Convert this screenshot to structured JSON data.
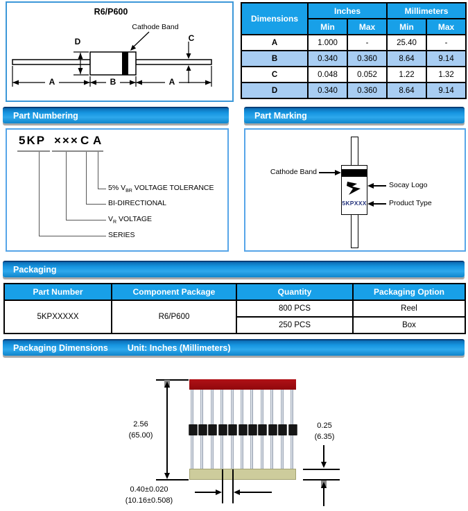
{
  "package_diagram": {
    "title": "R6/P600",
    "cathode_band_label": "Cathode Band",
    "dim_a1": "A",
    "dim_b": "B",
    "dim_a2": "A",
    "dim_c": "C",
    "dim_d": "D"
  },
  "dimensions_table": {
    "col_dimensions": "Dimensions",
    "col_inches": "Inches",
    "col_millimeters": "Millimeters",
    "col_min1": "Min",
    "col_max1": "Max",
    "col_min2": "Min",
    "col_max2": "Max",
    "rows": [
      {
        "dim": "A",
        "in_min": "1.000",
        "in_max": "-",
        "mm_min": "25.40",
        "mm_max": "-"
      },
      {
        "dim": "B",
        "in_min": "0.340",
        "in_max": "0.360",
        "mm_min": "8.64",
        "mm_max": "9.14"
      },
      {
        "dim": "C",
        "in_min": "0.048",
        "in_max": "0.052",
        "mm_min": "1.22",
        "mm_max": "1.32"
      },
      {
        "dim": "D",
        "in_min": "0.340",
        "in_max": "0.360",
        "mm_min": "8.64",
        "mm_max": "9.14"
      }
    ]
  },
  "part_numbering": {
    "header": "Part Numbering",
    "code_series": "5KP",
    "code_voltage": "×××",
    "code_c": "C",
    "code_a": "A",
    "label_tolerance_prefix": "5% V",
    "label_tolerance_sub": "BR",
    "label_tolerance_suffix": " VOLTAGE TOLERANCE",
    "label_bidirectional": "BI-DIRECTIONAL",
    "label_vr_prefix": "V",
    "label_vr_sub": "R",
    "label_vr_suffix": " VOLTAGE",
    "label_series": "SERIES"
  },
  "part_marking": {
    "header": "Part Marking",
    "cathode_band_label": "Cathode Band",
    "socay_logo_label": "Socay Logo",
    "product_type_label": "Product Type",
    "marking_text": "5KPXXX"
  },
  "packaging": {
    "header": "Packaging",
    "columns": [
      "Part Number",
      "Component Package",
      "Quantity",
      "Packaging Option"
    ],
    "part_number": "5KPXXXXX",
    "component_package": "R6/P600",
    "rows": [
      {
        "quantity": "800 PCS",
        "option": "Reel"
      },
      {
        "quantity": "250 PCS",
        "option": "Box"
      }
    ]
  },
  "packaging_dimensions": {
    "header": "Packaging Dimensions",
    "unit": "Unit: Inches (Millimeters)",
    "height_in": "2.56",
    "height_mm": "(65.00)",
    "tape_in": "0.25",
    "tape_mm": "(6.35)",
    "pitch_in": "0.40±0.020",
    "pitch_mm": "(10.16±0.508)"
  },
  "colors": {
    "section_bar_blue": "#1695e0",
    "table_header_blue": "#18a0e8",
    "table_row_alt_blue": "#a8cdf2",
    "reel_red": "#a30d12",
    "tape_tan": "#cdcc9c"
  },
  "layout": {
    "tape_lead_count": 11
  }
}
